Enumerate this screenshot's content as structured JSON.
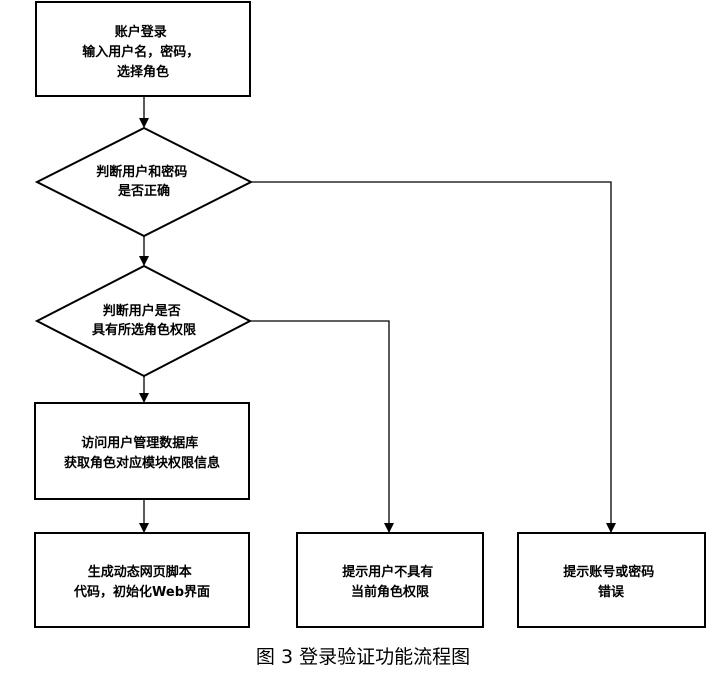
{
  "nodes": {
    "login": {
      "lines": [
        "账户登录",
        "输入用户名，密码，",
        "选择角色"
      ]
    },
    "check_credentials": {
      "lines": [
        "判断用户和密码",
        "是否正确"
      ]
    },
    "check_role": {
      "lines": [
        "判断用户是否",
        "具有所选角色权限"
      ]
    },
    "access_db": {
      "lines": [
        "访问用户管理数据库",
        "获取角色对应模块权限信息"
      ]
    },
    "generate_page": {
      "lines": [
        "生成动态网页脚本",
        "代码，初始化Web界面"
      ]
    },
    "no_permission": {
      "lines": [
        "提示用户不具有",
        "当前角色权限"
      ]
    },
    "wrong_credentials": {
      "lines": [
        "提示账号或密码",
        "错误"
      ]
    }
  },
  "caption": "图 3  登录验证功能流程图"
}
